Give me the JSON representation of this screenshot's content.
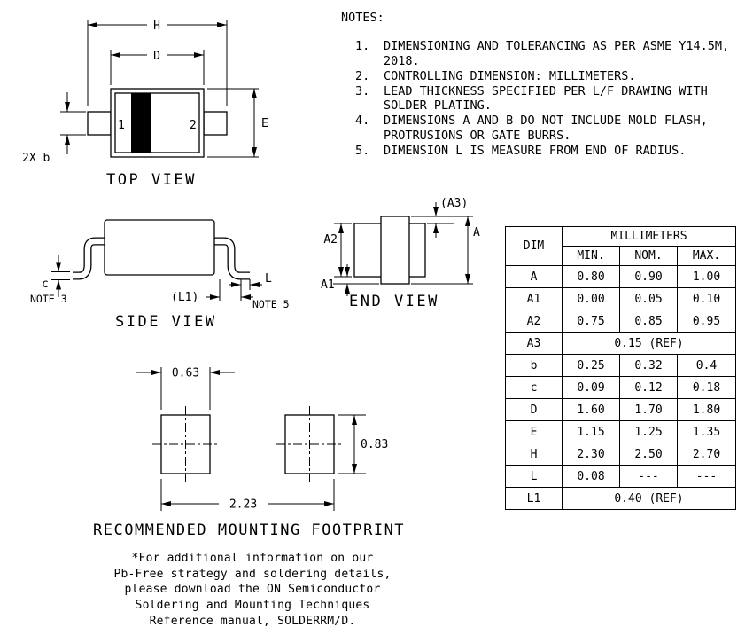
{
  "notes": {
    "title": "NOTES:",
    "items": [
      {
        "num": "1.",
        "text": "DIMENSIONING AND TOLERANCING AS PER ASME Y14.5M, 2018."
      },
      {
        "num": "2.",
        "text": "CONTROLLING DIMENSION: MILLIMETERS."
      },
      {
        "num": "3.",
        "text": "LEAD THICKNESS SPECIFIED PER L/F DRAWING WITH SOLDER PLATING."
      },
      {
        "num": "4.",
        "text": "DIMENSIONS A AND B DO NOT INCLUDE MOLD FLASH, PROTRUSIONS OR GATE BURRS."
      },
      {
        "num": "5.",
        "text": "DIMENSION L IS MEASURE FROM END OF RADIUS."
      }
    ]
  },
  "top_view": {
    "label": "TOP VIEW",
    "dim_h": "H",
    "dim_d": "D",
    "dim_e": "E",
    "dim_b": "2X b",
    "pin1": "1",
    "pin2": "2"
  },
  "side_view": {
    "label": "SIDE VIEW",
    "dim_c": "c",
    "note3": "NOTE 3",
    "dim_l": "L",
    "dim_l1": "(L1)",
    "note5": "NOTE 5"
  },
  "end_view": {
    "label": "END VIEW",
    "dim_a": "A",
    "dim_a1": "A1",
    "dim_a2": "A2",
    "dim_a3": "(A3)"
  },
  "footprint": {
    "label": "RECOMMENDED MOUNTING FOOTPRINT",
    "pad_width": "0.63",
    "pad_height": "0.83",
    "span": "2.23"
  },
  "table": {
    "dim_header": "DIM",
    "unit_header": "MILLIMETERS",
    "col_headers": [
      "MIN.",
      "NOM.",
      "MAX."
    ],
    "rows": [
      {
        "dim": "A",
        "min": "0.80",
        "nom": "0.90",
        "max": "1.00"
      },
      {
        "dim": "A1",
        "min": "0.00",
        "nom": "0.05",
        "max": "0.10"
      },
      {
        "dim": "A2",
        "min": "0.75",
        "nom": "0.85",
        "max": "0.95"
      },
      {
        "dim": "A3",
        "span": "0.15 (REF)"
      },
      {
        "dim": "b",
        "min": "0.25",
        "nom": "0.32",
        "max": "0.4"
      },
      {
        "dim": "c",
        "min": "0.09",
        "nom": "0.12",
        "max": "0.18"
      },
      {
        "dim": "D",
        "min": "1.60",
        "nom": "1.70",
        "max": "1.80"
      },
      {
        "dim": "E",
        "min": "1.15",
        "nom": "1.25",
        "max": "1.35"
      },
      {
        "dim": "H",
        "min": "2.30",
        "nom": "2.50",
        "max": "2.70"
      },
      {
        "dim": "L",
        "min": "0.08",
        "nom": "---",
        "max": "---"
      },
      {
        "dim": "L1",
        "span": "0.40 (REF)"
      }
    ]
  },
  "footnote": {
    "lines": [
      "*For additional information on our",
      "Pb-Free strategy and soldering details,",
      "please download the ON Semiconductor",
      "Soldering and Mounting Techniques",
      "Reference manual, SOLDERRM/D."
    ]
  },
  "colors": {
    "line": "#000000",
    "background": "#ffffff"
  }
}
